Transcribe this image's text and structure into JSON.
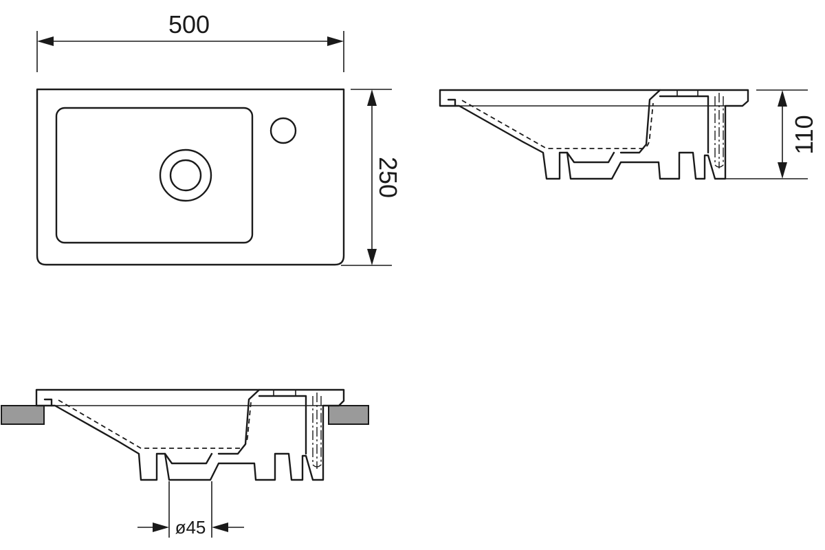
{
  "dimensions": {
    "width": "500",
    "depth": "250",
    "height": "110",
    "drain_diameter": "ø45"
  }
}
